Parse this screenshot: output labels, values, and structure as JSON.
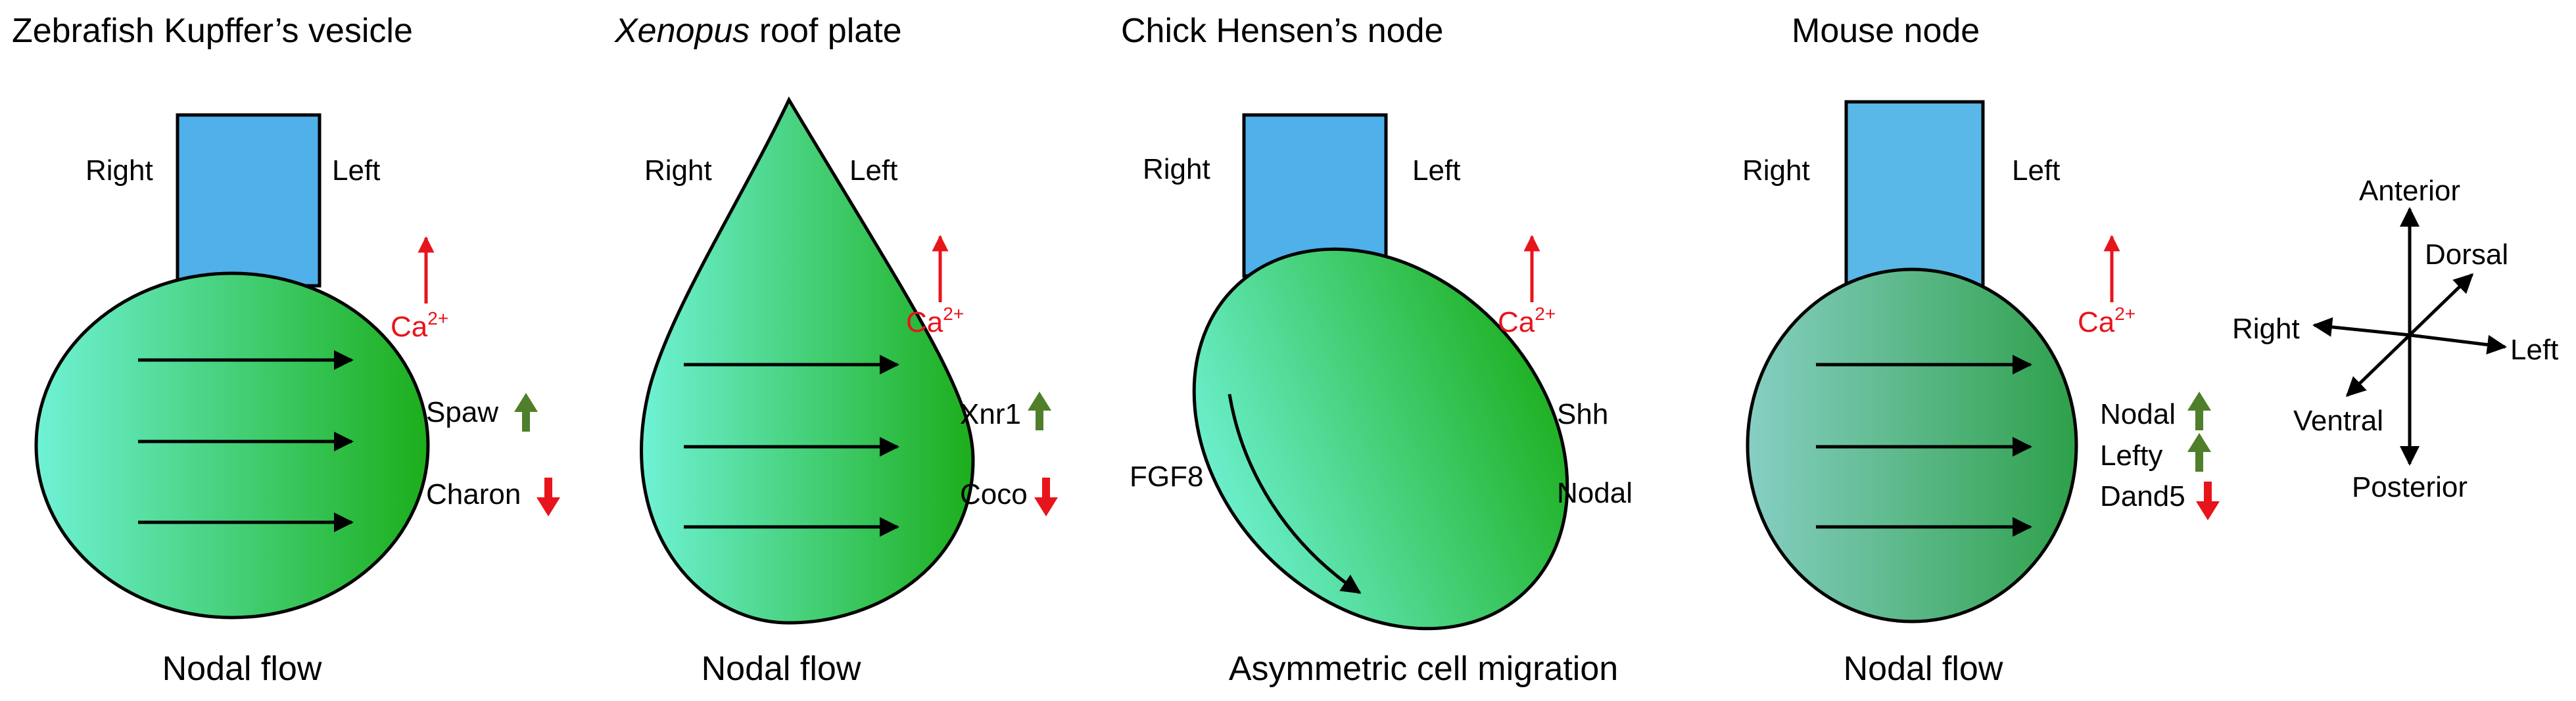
{
  "panels": [
    {
      "title": "Zebrafish Kupffer’s vesicle",
      "right_label": "Right",
      "left_label": "Left",
      "ion": {
        "base": "Ca",
        "sup": "2+"
      },
      "genes": [
        {
          "name": "Spaw",
          "direction": "up"
        },
        {
          "name": "Charon",
          "direction": "down"
        }
      ],
      "caption": "Nodal flow"
    },
    {
      "title_italic": "Xenopus",
      "title_rest": " roof plate",
      "right_label": "Right",
      "left_label": "Left",
      "ion": {
        "base": "Ca",
        "sup": "2+"
      },
      "genes": [
        {
          "name": "Xnr1",
          "direction": "up"
        },
        {
          "name": "Coco",
          "direction": "down"
        }
      ],
      "caption": "Nodal flow"
    },
    {
      "title": "Chick Hensen’s node",
      "right_label": "Right",
      "left_label": "Left",
      "ion": {
        "base": "Ca",
        "sup": "2+"
      },
      "genes": [
        {
          "name": "Shh"
        },
        {
          "name": "Nodal"
        }
      ],
      "side_gene": "FGF8",
      "caption": "Asymmetric cell migration"
    },
    {
      "title": "Mouse node",
      "right_label": "Right",
      "left_label": "Left",
      "ion": {
        "base": "Ca",
        "sup": "2+"
      },
      "genes": [
        {
          "name": "Nodal",
          "direction": "up"
        },
        {
          "name": "Lefty",
          "direction": "up"
        },
        {
          "name": "Dand5",
          "direction": "down"
        }
      ],
      "caption": "Nodal flow"
    }
  ],
  "axes": {
    "anterior": "Anterior",
    "posterior": "Posterior",
    "dorsal": "Dorsal",
    "ventral": "Ventral",
    "right": "Right",
    "left": "Left"
  },
  "colors": {
    "red": "#e8141b",
    "up_arrow": "#4f7f2a",
    "blue_stalk": "#4fb0ea",
    "green_dark": "#1cae1c",
    "green_light": "#6ff2d6",
    "mouse_green": "#2ea04a",
    "mouse_teal": "#86cfc4"
  }
}
